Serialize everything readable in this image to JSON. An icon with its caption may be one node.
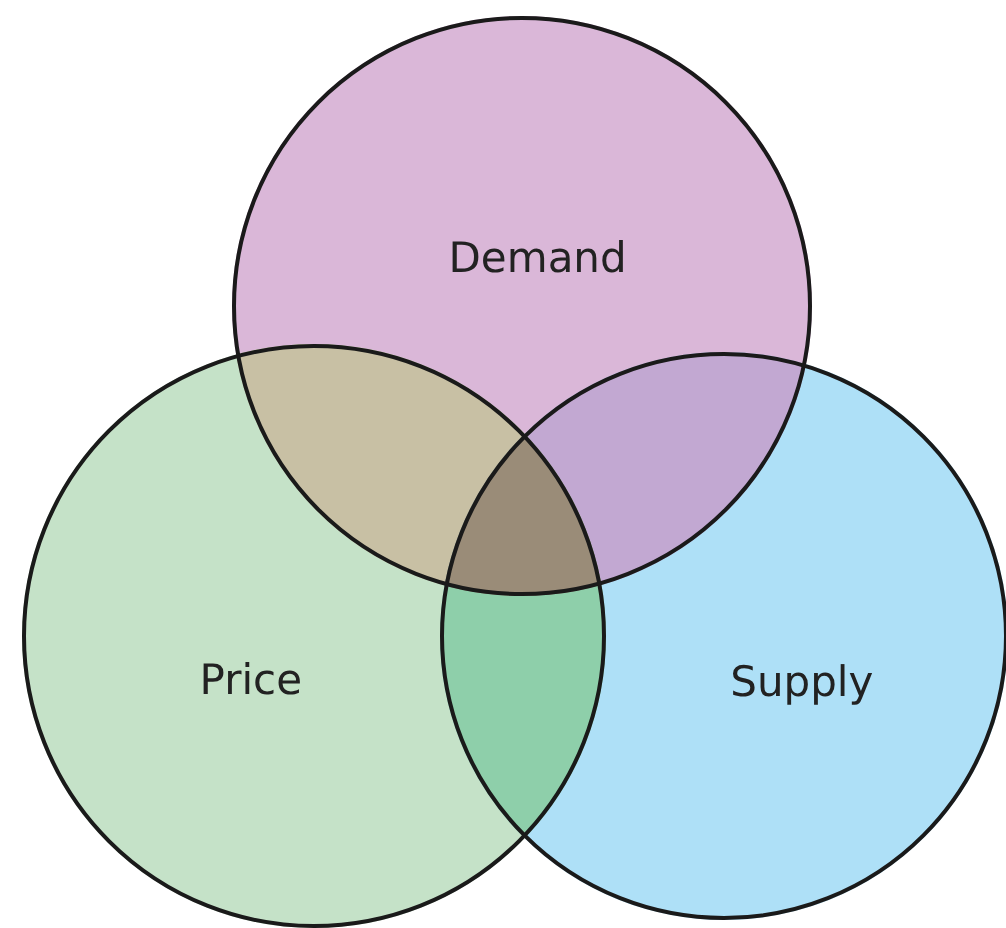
{
  "diagram": {
    "nodes": [
      {
        "text": [
          "Demand"
        ]
      },
      {
        "text": [
          "Price"
        ]
      },
      {
        "text": [
          "Supply"
        ]
      }
    ]
  }
}
